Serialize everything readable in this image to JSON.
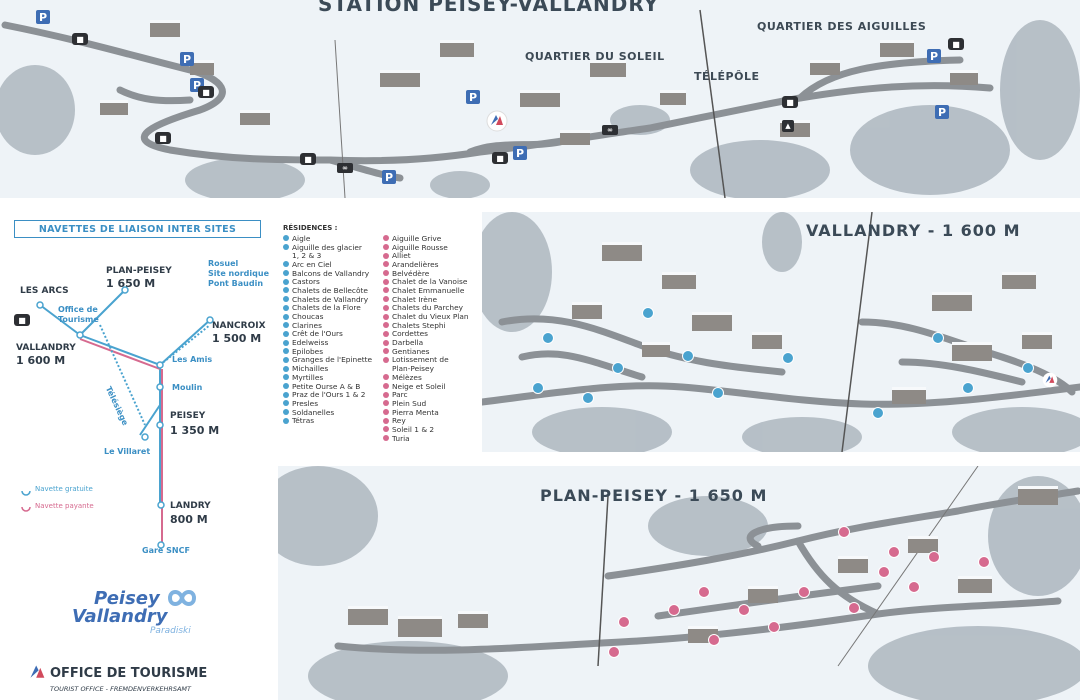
{
  "colors": {
    "snow": "#f4f7fa",
    "road": "#8c9196",
    "forest": "#8a96a0",
    "title": "#3b4a57",
    "shuttle_free": "#4aa3cf",
    "shuttle_paid": "#d66a8f",
    "parking": "#3e6db4",
    "brand_blue": "#3e6db4",
    "logo_accent": "#7fb2e0",
    "box_border": "#3b8fc4"
  },
  "icons": {
    "parking": "P",
    "bus": "bus-icon",
    "tourism": "tourism-office-logo-icon",
    "lift": "chairlift-icon",
    "residence_marker": "numbered-dot-icon"
  },
  "top_map": {
    "title": "STATION PEISEY-VALLANDRY",
    "quarters": {
      "soleil": "QUARTIER DU SOLEIL",
      "aiguilles": "QUARTIER DES AIGUILLES",
      "telepole": "TÉLÉPÔLE"
    }
  },
  "network": {
    "title": "NAVETTES DE LIAISON INTER SITES",
    "stops": {
      "les_arcs": "LES ARCS",
      "plan_peisey_name": "PLAN-PEISEY",
      "plan_peisey_alt": "1 650 M",
      "office": "Office de Tourisme",
      "rosuel": "Rosuel",
      "site_nordique": "Site nordique",
      "pont_baudin": "Pont Baudin",
      "vallandry_name": "VALLANDRY",
      "vallandry_alt": "1 600 M",
      "nancroix_name": "NANCROIX",
      "nancroix_alt": "1 500 M",
      "les_amis": "Les Amis",
      "moulin": "Moulin",
      "telesiege": "Télésiège",
      "peisey_name": "PEISEY",
      "peisey_alt": "1 350 M",
      "le_villaret": "Le Villaret",
      "landry_name": "LANDRY",
      "landry_alt": "800 M",
      "gare": "Gare SNCF"
    },
    "legend": {
      "free": "Navette gratuite",
      "paid": "Navette payante"
    }
  },
  "residences": {
    "heading": "RÉSIDENCES :",
    "vallandry_list": [
      "Aigle",
      "Aiguille des glacier",
      "1, 2 & 3",
      "Arc en Ciel",
      "Balcons de Vallandry",
      "Castors",
      "Chalets de Bellecôte",
      "Chalets de Vallandry",
      "Chalets de la Flore",
      "Choucas",
      "Clarines",
      "Crêt de l'Ours",
      "Edelweiss",
      "Epilobes",
      "Granges de l'Epinette",
      "Michailles",
      "Myrtilles",
      "Petite Ourse A & B",
      "Praz de l'Ours 1 & 2",
      "Presles",
      "Soldanelles",
      "Tétras"
    ],
    "plan_peisey_list": [
      "Aiguille Grive",
      "Aiguille Rousse",
      "Alliet",
      "Arandelières",
      "Belvédère",
      "Chalet de la Vanoise",
      "Chalet Emmanuelle",
      "Chalet Irène",
      "Chalets du Parchey",
      "Chalet du Vieux Plan",
      "Chalets Stephi",
      "Cordettes",
      "Darbella",
      "Gentianes",
      "Lotissement de",
      "Plan-Peisey",
      "Mélèzes",
      "Neige et Soleil",
      "Parc",
      "Plein Sud",
      "Pierra Menta",
      "Rey",
      "Soleil 1 & 2",
      "Turia"
    ]
  },
  "vallandry_map": {
    "title": "VALLANDRY - 1 600 M"
  },
  "plan_peisey_map": {
    "title": "PLAN-PEISEY - 1 650 M"
  },
  "brand": {
    "line1": "Peisey",
    "line2": "Vallandry",
    "sub": "Paradiski",
    "office": "OFFICE DE TOURISME",
    "office_sub": "TOURIST OFFICE - FREMDENVERKEHRSAMT"
  }
}
